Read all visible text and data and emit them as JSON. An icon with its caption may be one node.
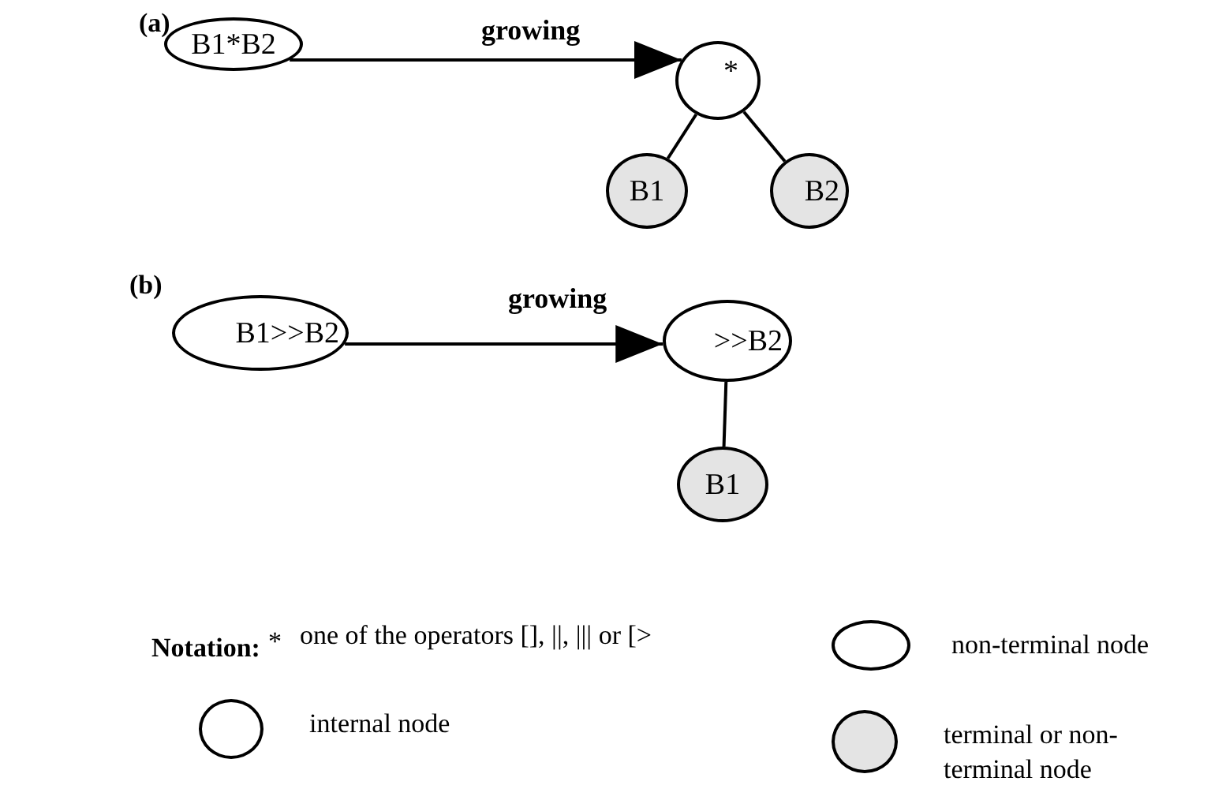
{
  "diagram": {
    "nodes": [
      {
        "text": [
          "B1*B2"
        ]
      },
      {
        "text": [
          "*"
        ]
      },
      {
        "text": [
          "B1"
        ]
      },
      {
        "text": [
          "B2"
        ]
      },
      {
        "text": [
          "B1>>B2"
        ]
      },
      {
        "text": [
          ">>B2"
        ]
      },
      {
        "text": [
          "B1"
        ]
      }
    ],
    "edges": [
      {
        "from": 0,
        "to": 1,
        "arrow": "to",
        "label": "growing"
      },
      {
        "from": 1,
        "to": 2,
        "arrow": "none"
      },
      {
        "from": 1,
        "to": 3,
        "arrow": "none"
      },
      {
        "from": 4,
        "to": 5,
        "arrow": "to",
        "label": "growing"
      },
      {
        "from": 5,
        "to": 6,
        "arrow": "none"
      }
    ],
    "labels": [
      "(a)",
      "(b)",
      "Notation:",
      "*",
      "one of the operators [], ||, ||| or [>"
    ],
    "legend": [
      {
        "text": "non-terminal node"
      },
      {
        "text": "internal node"
      },
      {
        "text": "terminal or non-terminal node"
      }
    ]
  }
}
